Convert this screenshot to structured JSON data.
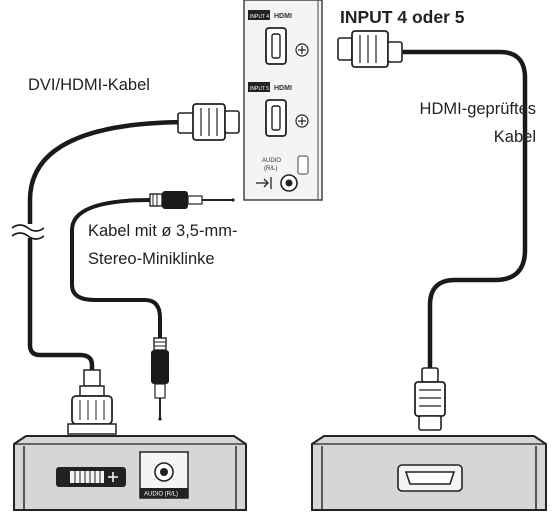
{
  "diagram": {
    "input_label": "INPUT 4 oder 5",
    "dvi_hdmi_cable_label": "DVI/HDMI-Kabel",
    "hdmi_cable_label_line1": "HDMI-geprüftes",
    "hdmi_cable_label_line2": "Kabel",
    "minijack_label_line1": "Kabel mit ø 3,5-mm-",
    "minijack_label_line2": "Stereo-Miniklinke",
    "tv_panel": {
      "port1_badge": "INPUT 4",
      "port1_logo": "HDMI",
      "port2_badge": "INPUT 5",
      "port2_logo": "HDMI",
      "audio_label_line1": "AUDIO",
      "audio_label_line2": "(R/L)"
    },
    "left_device": {
      "audio_port_label": "AUDIO (R/L)"
    }
  }
}
